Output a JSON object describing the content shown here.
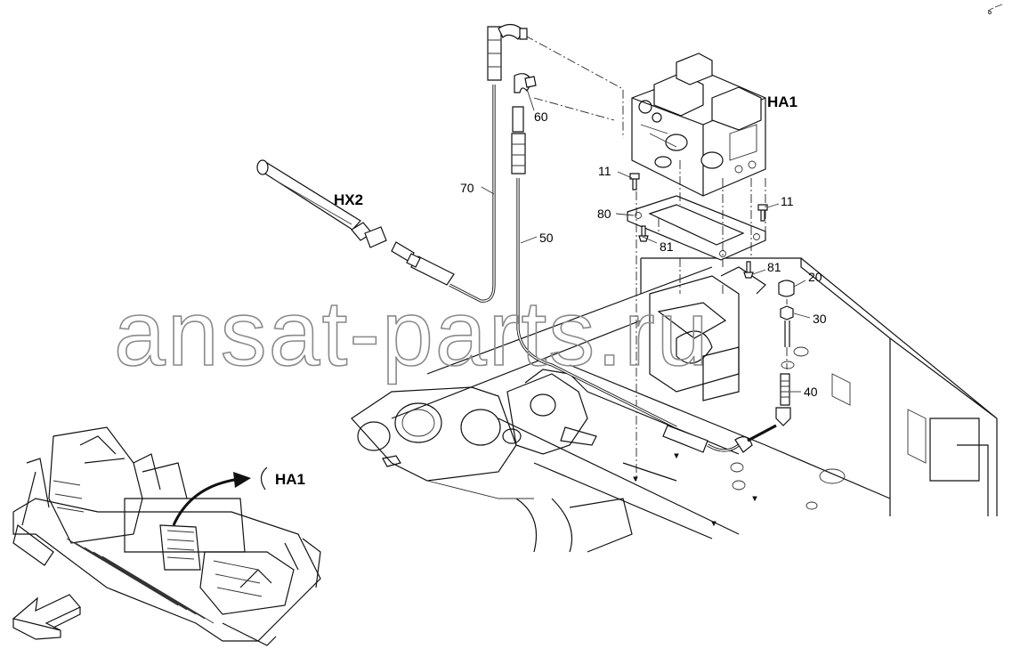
{
  "labels": {
    "ha1_main": "HA1",
    "hx2": "HX2",
    "ha1_inset": "HA1"
  },
  "callouts": {
    "c11a": "11",
    "c11b": "11",
    "c80": "80",
    "c81a": "81",
    "c81b": "81",
    "c60": "60",
    "c70": "70",
    "c50": "50",
    "c20": "20",
    "c30": "30",
    "c40": "40"
  },
  "watermark": "ansat-parts.ru",
  "colors": {
    "line": "#111111",
    "watermark": "#8a8a8a",
    "background": "#ffffff"
  }
}
